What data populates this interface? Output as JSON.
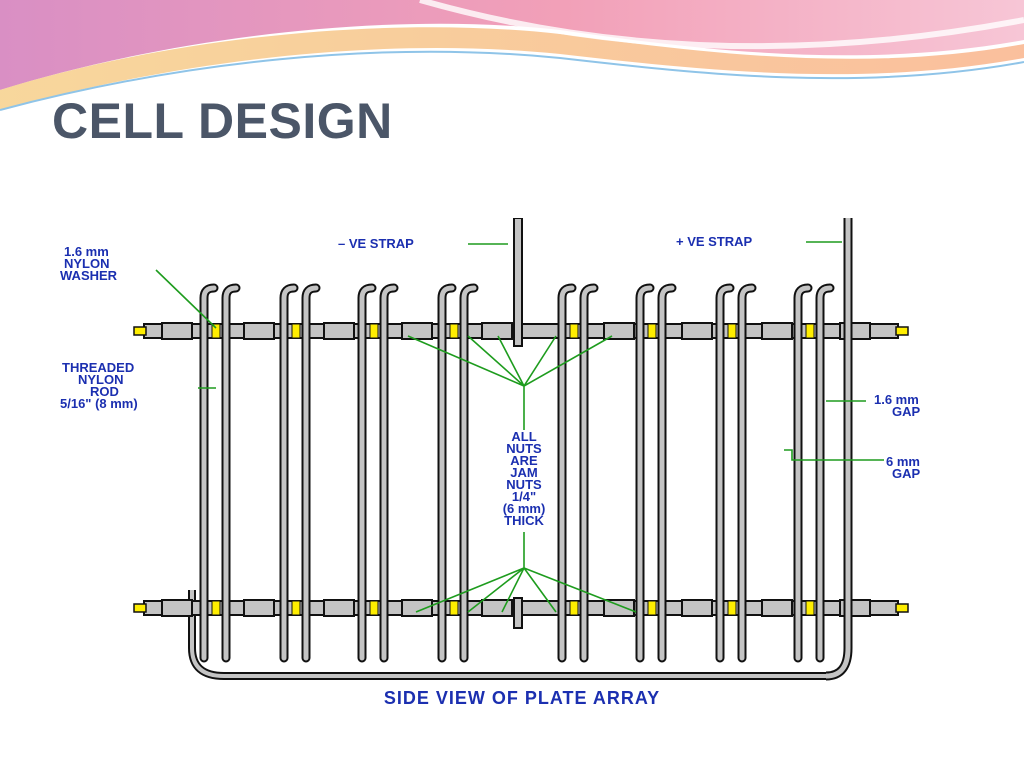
{
  "slide": {
    "title": "CELL DESIGN"
  },
  "diagram": {
    "labels": {
      "washer_line1": "1.6 mm",
      "washer_line2": "NYLON",
      "washer_line3": "WASHER",
      "rod_line1": "THREADED",
      "rod_line2": "NYLON",
      "rod_line3": "ROD",
      "rod_line4": "5/16\" (8 mm)",
      "neg_strap": "– VE STRAP",
      "pos_strap": "+ VE STRAP",
      "gap_small_line1": "1.6 mm",
      "gap_small_line2": "GAP",
      "gap_large_line1": "6 mm",
      "gap_large_line2": "GAP",
      "nuts_line1": "ALL",
      "nuts_line2": "NUTS",
      "nuts_line3": "ARE",
      "nuts_line4": "JAM",
      "nuts_line5": "NUTS",
      "nuts_line6": "1/4\"",
      "nuts_line7": "(6 mm)",
      "nuts_line8": "THICK",
      "caption": "SIDE VIEW OF PLATE ARRAY"
    },
    "colors": {
      "label_blue": "#1b2fb0",
      "leader_green": "#1e9c1e",
      "plate_grey": "#c4c4c4",
      "washer_yellow": "#ffee00",
      "outline": "#111111"
    }
  }
}
